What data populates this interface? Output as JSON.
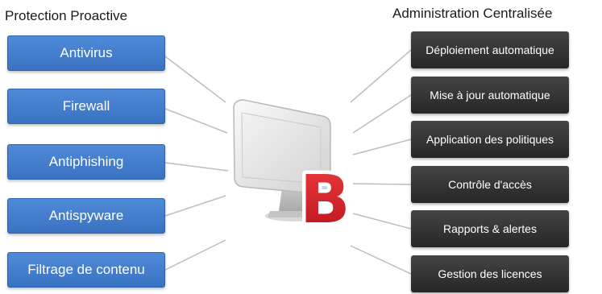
{
  "headings": {
    "left": "Protection Proactive",
    "right": "Administration Centralisée"
  },
  "left_items": [
    {
      "label": "Antivirus"
    },
    {
      "label": "Firewall"
    },
    {
      "label": "Antiphishing"
    },
    {
      "label": "Antispyware"
    },
    {
      "label": "Filtrage de contenu"
    }
  ],
  "right_items": [
    {
      "label": "Déploiement automatique"
    },
    {
      "label": "Mise à jour automatique"
    },
    {
      "label": "Application des politiques"
    },
    {
      "label": "Contrôle d'accès"
    },
    {
      "label": "Rapports & alertes"
    },
    {
      "label": "Gestion des licences"
    }
  ],
  "logo": {
    "letter": "B",
    "color": "#d61f26"
  },
  "colors": {
    "left_box": "#3f7acb",
    "right_box": "#333333",
    "connector": "#bdbdbd"
  }
}
